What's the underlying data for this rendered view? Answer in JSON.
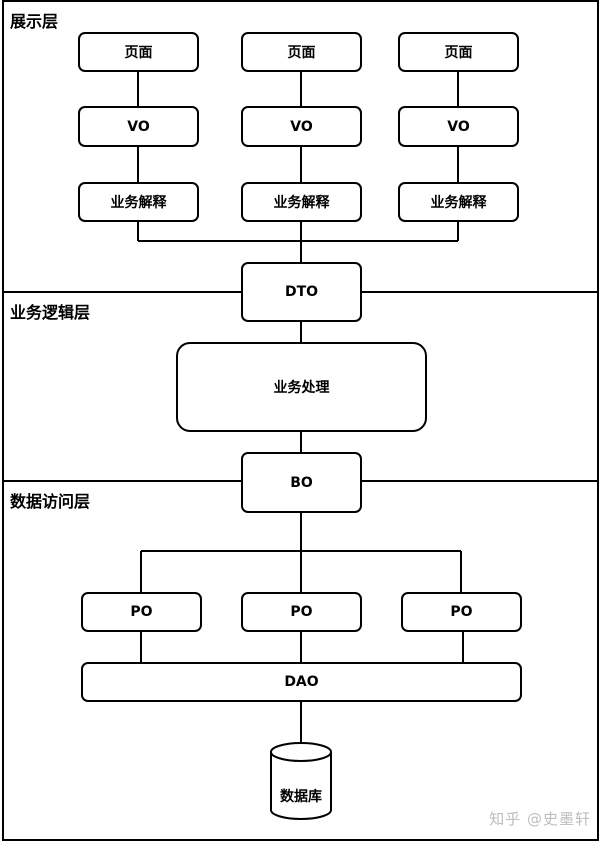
{
  "layers": {
    "presentation": "展示层",
    "business": "业务逻辑层",
    "data_access": "数据访问层"
  },
  "presentation": {
    "pages": [
      "页面",
      "页面",
      "页面"
    ],
    "vos": [
      "VO",
      "VO",
      "VO"
    ],
    "explains": [
      "业务解释",
      "业务解释",
      "业务解释"
    ]
  },
  "dto": "DTO",
  "business_process": "业务处理",
  "bo": "BO",
  "pos": [
    "PO",
    "PO",
    "PO"
  ],
  "dao": "DAO",
  "database": "数据库",
  "watermark": "知乎 @史墨轩"
}
